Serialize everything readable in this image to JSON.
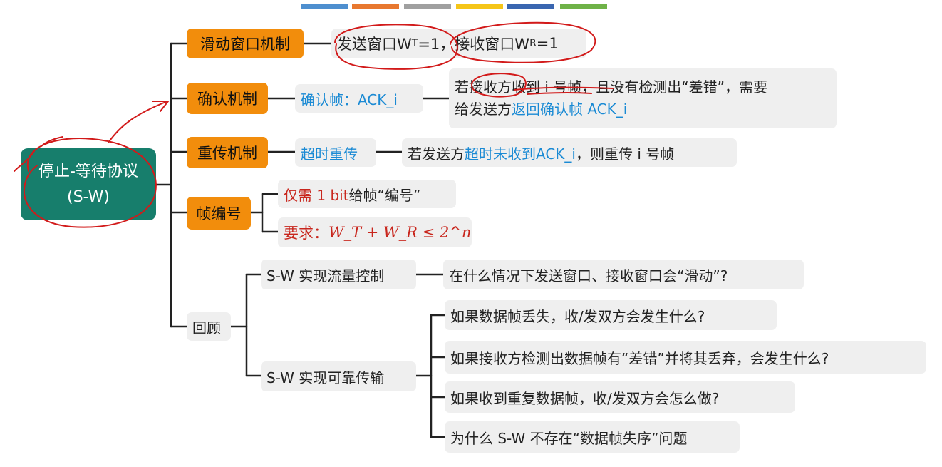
{
  "colors": {
    "top_bar": [
      "#4e8fcf",
      "#e8782f",
      "#a0a0a0",
      "#f5c518",
      "#3a66b0",
      "#6fb248"
    ],
    "root_fill": "#177e6c",
    "branch_fill": "#f28d0c",
    "note_fill": "#efefef",
    "highlight_blue": "#1a8ad4",
    "highlight_red": "#c8261d",
    "annotation_red": "#d21a1a"
  },
  "root": {
    "line1": "停止-等待协议",
    "line2": "(S-W)"
  },
  "sliding": {
    "label": "滑动窗口机制",
    "send_window": "发送窗口W",
    "send_sub": "T",
    "send_value": "=1，",
    "recv_window": "接收窗口W",
    "recv_sub": "R",
    "recv_value": "=1"
  },
  "ack": {
    "label": "确认机制",
    "frame": "确认帧：ACK_i",
    "desc_line1": "若接收方收到 i 号帧，且没有检测出“差错”，需要",
    "desc_line2_prefix": "给发送方",
    "desc_line2_highlight": "返回确认帧 ACK_i"
  },
  "retransmit": {
    "label": "重传机制",
    "method": "超时重传",
    "desc_prefix": "若发送方",
    "desc_highlight": "超时未收到ACK_i",
    "desc_suffix": "，则重传 i 号帧"
  },
  "numbering": {
    "label": "帧编号",
    "note1_highlight": "仅需 1 bit",
    "note1_rest": " 给帧“编号”",
    "note2_prefix": "要求：",
    "formula": "W_T + W_R ≤ 2^n"
  },
  "review": {
    "label": "回顾",
    "flow": {
      "label": "S-W 实现流量控制",
      "question": "在什么情况下发送窗口、接收窗口会“滑动”?"
    },
    "reliable": {
      "label": "S-W 实现可靠传输",
      "questions": [
        "如果数据帧丢失，收/发双方会发生什么?",
        "如果接收方检测出数据帧有“差错”并将其丢弃，会发生什么?",
        "如果收到重复数据帧，收/发双方会怎么做?",
        "为什么 S-W 不存在“数据帧失序”问题"
      ]
    }
  }
}
